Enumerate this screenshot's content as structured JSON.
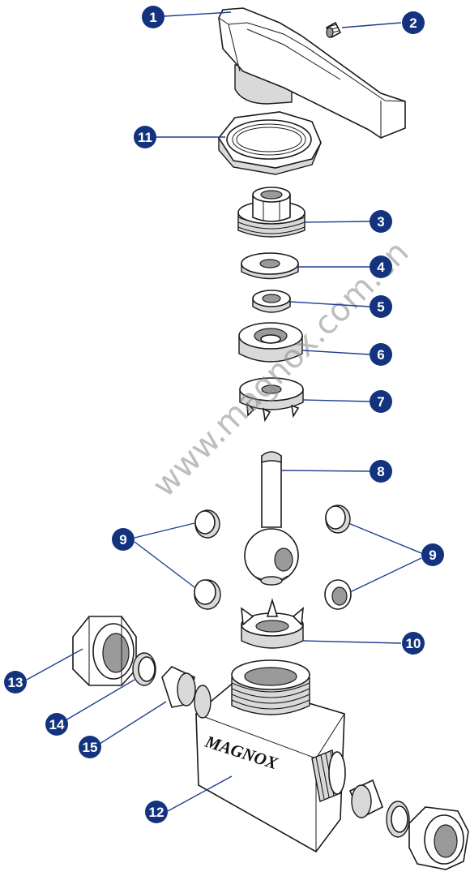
{
  "watermark": "www.magnox.com.cn",
  "body_brand": "MAGNOX",
  "callouts": [
    {
      "id": "1",
      "label": "1"
    },
    {
      "id": "2",
      "label": "2"
    },
    {
      "id": "3",
      "label": "3"
    },
    {
      "id": "4",
      "label": "4"
    },
    {
      "id": "5",
      "label": "5"
    },
    {
      "id": "6",
      "label": "6"
    },
    {
      "id": "7",
      "label": "7"
    },
    {
      "id": "8",
      "label": "8"
    },
    {
      "id": "9-left",
      "label": "9"
    },
    {
      "id": "9-right",
      "label": "9"
    },
    {
      "id": "10",
      "label": "10"
    },
    {
      "id": "11",
      "label": "11"
    },
    {
      "id": "12",
      "label": "12"
    },
    {
      "id": "13",
      "label": "13"
    },
    {
      "id": "14",
      "label": "14"
    },
    {
      "id": "15",
      "label": "15"
    }
  ],
  "colors": {
    "callout_badge": "#14337f",
    "leader_line": "#1e3f8f",
    "line_art": "#1a1a1a"
  }
}
